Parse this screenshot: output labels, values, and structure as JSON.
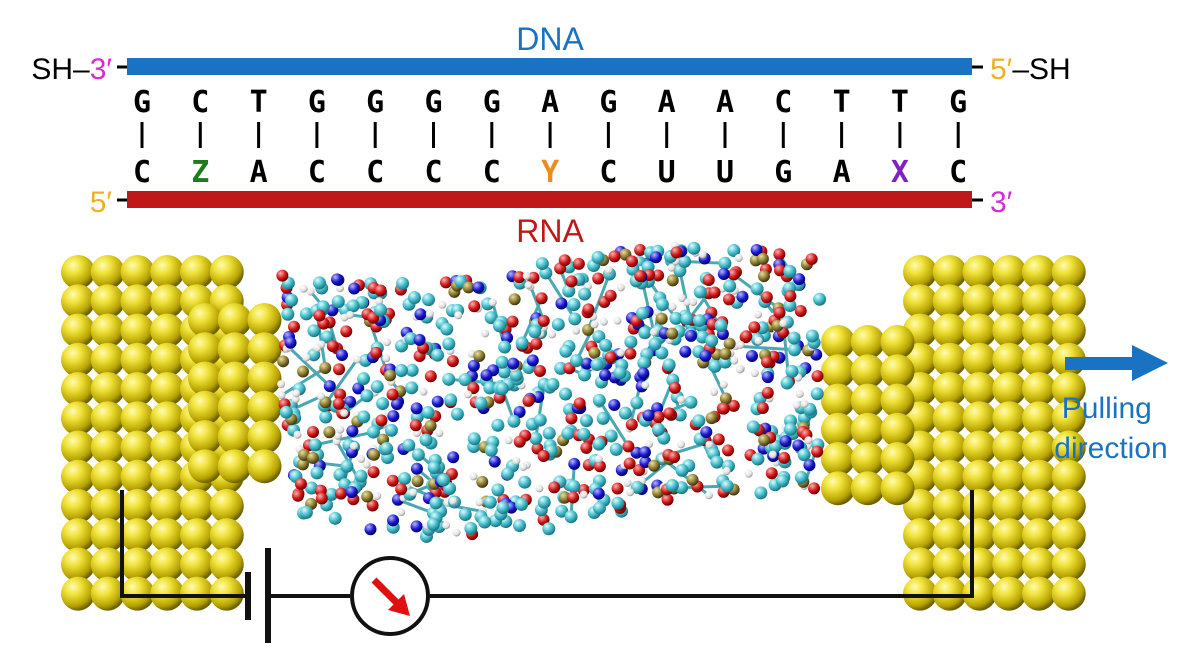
{
  "labels": {
    "dna": "DNA",
    "rna": "RNA",
    "dna_left_end": {
      "prefix": "SH–",
      "prime": "3′"
    },
    "dna_right_end": {
      "prime": "5′",
      "suffix": "–SH"
    },
    "rna_left_end": {
      "prime": "5′"
    },
    "rna_right_end": {
      "prime": "3′"
    },
    "pulling": [
      "Pulling",
      "direction"
    ]
  },
  "sequence": {
    "dna": [
      "G",
      "C",
      "T",
      "G",
      "G",
      "G",
      "G",
      "A",
      "G",
      "A",
      "A",
      "C",
      "T",
      "T",
      "G"
    ],
    "rna": [
      "C",
      "Z",
      "A",
      "C",
      "C",
      "C",
      "C",
      "Y",
      "C",
      "U",
      "U",
      "G",
      "A",
      "X",
      "C"
    ],
    "highlight": {
      "1": "#1d7a1d",
      "7": "#f08a1c",
      "13": "#7d22c8"
    }
  },
  "colors": {
    "dna_strand": "#1a73c2",
    "rna_strand": "#c01818",
    "prime_3": "#d62ad6",
    "prime_5": "#f0b020",
    "gold": "#e0d21a",
    "arrow": "#1a73c2",
    "meter_needle": "#e01010",
    "text": "#000000"
  },
  "icons": {
    "battery": "battery-icon",
    "meter": "ammeter-icon",
    "arrow": "arrow-right-icon"
  }
}
